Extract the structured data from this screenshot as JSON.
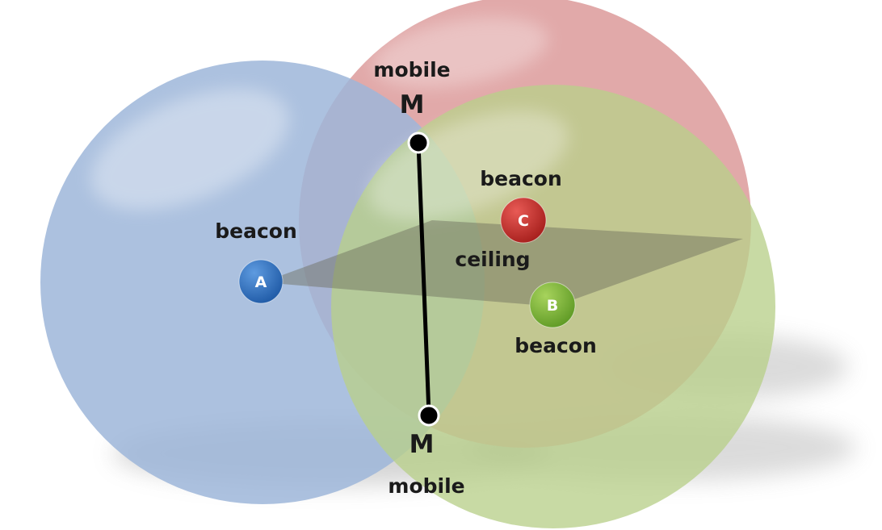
{
  "labels": {
    "beacon_a": "beacon",
    "beacon_b": "beacon",
    "beacon_c": "beacon",
    "ceiling": "ceiling",
    "mobile_top": "mobile",
    "mobile_top_letter": "M",
    "mobile_bottom": "mobile",
    "mobile_bottom_letter": "M"
  },
  "beacons": {
    "a": {
      "letter": "A",
      "color": "#2f6fb8"
    },
    "b": {
      "letter": "B",
      "color": "#7fb33a"
    },
    "c": {
      "letter": "C",
      "color": "#c9302c"
    }
  },
  "spheres": {
    "a_color": "#9db6d9",
    "b_color": "#b8d08a",
    "c_color": "#dc9a9a"
  },
  "ceiling_color": "#6b6b5c"
}
